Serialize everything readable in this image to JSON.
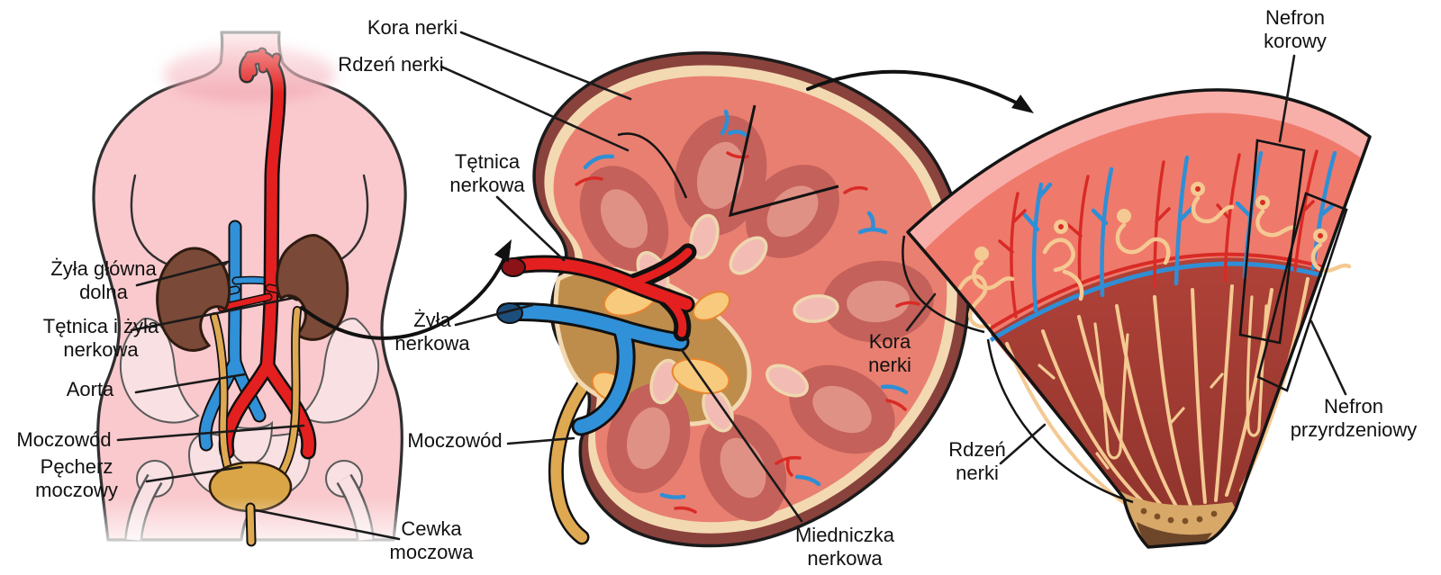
{
  "diagram_title": "",
  "labels": {
    "torso": {
      "vena_cava": "Żyła główna\ndolna",
      "renal_vessels": "Tętnica i żyła\nnerkowa",
      "aorta": "Aorta",
      "ureter": "Moczowód",
      "bladder": "Pęcherz\nmoczowy",
      "urethra": "Cewka\nmoczowa"
    },
    "kidney_section": {
      "cortex": "Kora nerki",
      "medulla": "Rdzeń nerki",
      "renal_artery": "Tętnica\nnerkowa",
      "renal_vein": "Żyła\nnerkowa",
      "ureter": "Moczowód",
      "renal_pelvis": "Miedniczka\nnerkowa"
    },
    "wedge": {
      "cortical_nephron": "Nefron\nkorowy",
      "cortex": "Kora\nnerki",
      "medulla": "Rdzeń\nnerki",
      "juxtamedullary_nephron": "Nefron\nprzyrdzeniowy"
    }
  },
  "colors": {
    "skin": "#f9c9cd",
    "outline": "#2f2f2f",
    "artery_red": "#e3201f",
    "vein_blue": "#3090d8",
    "kidney_brown": "#7b4937",
    "ureter_gold": "#dfa952",
    "capsule_maroon": "#8a423c",
    "cortex_salmon": "#e97f70",
    "inner_rim_cream": "#f2d9b1",
    "pyramid": "#c4615a",
    "sinus_tan": "#be8c4b",
    "fat_yellow": "#f8ca7d",
    "calyx_pink": "#f2bcb4",
    "wedge_cortex": "#ef7a6c",
    "wedge_outer_band": "#f8afa9",
    "medulla_dark": "#a83e35",
    "tubule_cream": "#f4c992",
    "papilla_tan": "#d8a869",
    "papilla_dark": "#6e462a",
    "label_text": "#111111"
  }
}
